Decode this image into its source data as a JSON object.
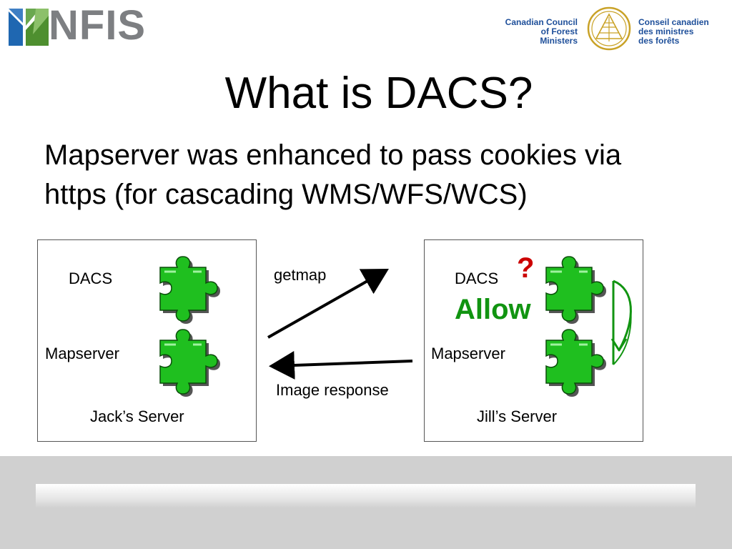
{
  "header": {
    "nfis_logo_text": "NFIS",
    "ccfm_english": "Canadian Council of Forest Ministers",
    "ccfm_english_lines": [
      "Canadian Council",
      "of Forest",
      "Ministers"
    ],
    "ccfm_french_lines": [
      "Conseil canadien",
      "des ministres",
      "des forêts"
    ]
  },
  "slide": {
    "title": "What is DACS?",
    "body": "Mapserver was enhanced to pass cookies via https (for cascading WMS/WFS/WCS)"
  },
  "diagram": {
    "jack": {
      "dacs_label": "DACS",
      "mapserver_label": "Mapserver",
      "server_label": "Jack’s Server"
    },
    "jill": {
      "dacs_label": "DACS",
      "question_mark": "?",
      "allow_label": "Allow",
      "mapserver_label": "Mapserver",
      "server_label": "Jill’s Server"
    },
    "request_label": "getmap",
    "response_label": "Image response"
  },
  "colors": {
    "puzzle_green": "#1fbf1f",
    "allow_green": "#119411",
    "question_red": "#cc0000",
    "brand_blue": "#1e4f9a",
    "footer_gray": "#d0d0d0"
  },
  "icons": {
    "puzzle": "puzzle-piece-icon",
    "arrow": "arrow-icon",
    "curved_arrow": "curved-arrow-icon"
  }
}
